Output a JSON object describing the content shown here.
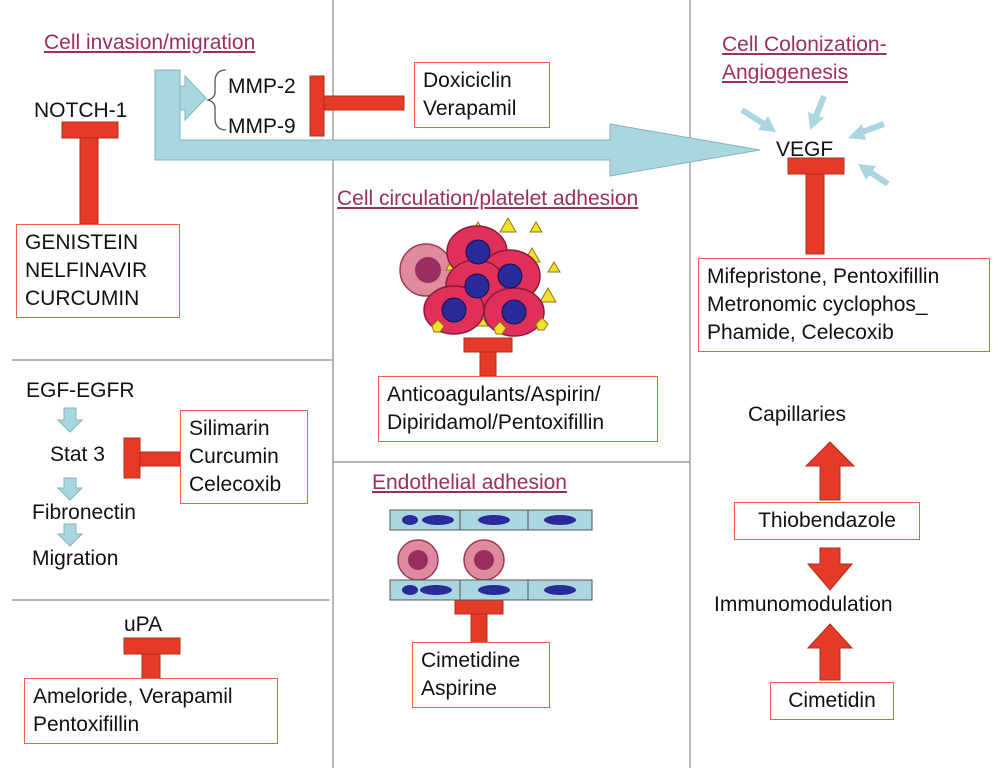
{
  "colors": {
    "heading": "#9b2f62",
    "box_border": "#e8613a",
    "inhibitor": "#e53a28",
    "flow_arrow": "#aad6df",
    "cell_pink": "#e08aa0",
    "cell_red": "#e0305a",
    "nucleus": "#2a2a9a",
    "platelet": "#f2e02a",
    "endothelium": "#aad6df"
  },
  "headings": {
    "invasion": "Cell invasion/migration",
    "colonization_1": "Cell Colonization-",
    "colonization_2": "Angiogenesis",
    "circulation": "Cell circulation/platelet adhesion",
    "endothelial": "Endothelial adhesion"
  },
  "labels": {
    "notch1": "NOTCH-1",
    "mmp2": "MMP-2",
    "mmp9": "MMP-9",
    "vegf": "VEGF",
    "egf_egfr": "EGF-EGFR",
    "stat3": "Stat 3",
    "fibronectin": "Fibronectin",
    "migration": "Migration",
    "upa": "uPA",
    "capillaries": "Capillaries",
    "immunomodulation": "Immunomodulation"
  },
  "boxes": {
    "doxiciclin": [
      "Doxiciclin",
      "Verapamil"
    ],
    "genistein": [
      "GENISTEIN",
      "NELFINAVIR",
      "CURCUMIN"
    ],
    "silimarin": [
      "Silimarin",
      "Curcumin",
      "Celecoxib"
    ],
    "ameloride": [
      "Ameloride, Verapamil",
      "Pentoxifillin"
    ],
    "anticoagulants": [
      "Anticoagulants/Aspirin/",
      "Dipiridamol/Pentoxifillin"
    ],
    "cimetidine": [
      "Cimetidine",
      "Aspirine"
    ],
    "mifepristone": [
      "Mifepristone, Pentoxifillin",
      "Metronomic cyclophos_",
      "Phamide, Celecoxib"
    ],
    "thiobendazole": [
      "Thiobendazole"
    ],
    "cimetidin": [
      "Cimetidin"
    ]
  }
}
